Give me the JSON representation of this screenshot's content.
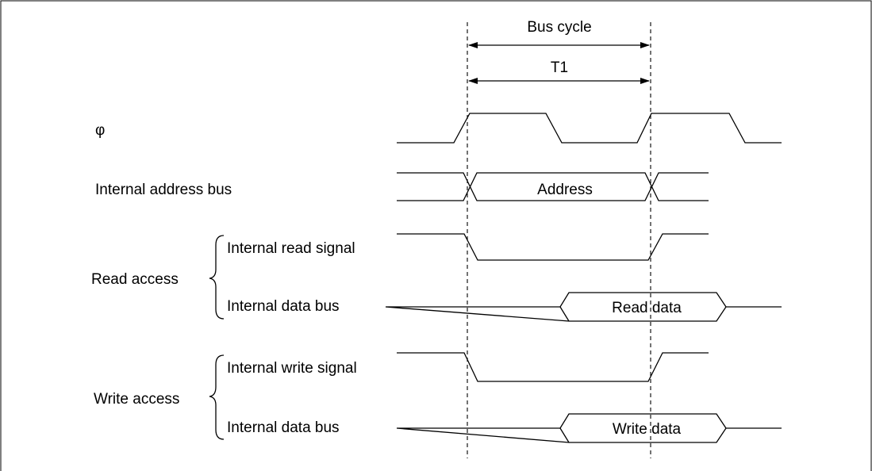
{
  "timing": {
    "bus_cycle": "Bus cycle",
    "t1": "T1",
    "clock": "φ"
  },
  "signals": {
    "address_bus": "Internal address bus",
    "address": "Address",
    "read_access": "Read access",
    "read_signal": "Internal read signal",
    "read_data_bus": "Internal data bus",
    "read_data": "Read data",
    "write_access": "Write access",
    "write_signal": "Internal write signal",
    "write_data_bus": "Internal data bus",
    "write_data": "Write data"
  }
}
